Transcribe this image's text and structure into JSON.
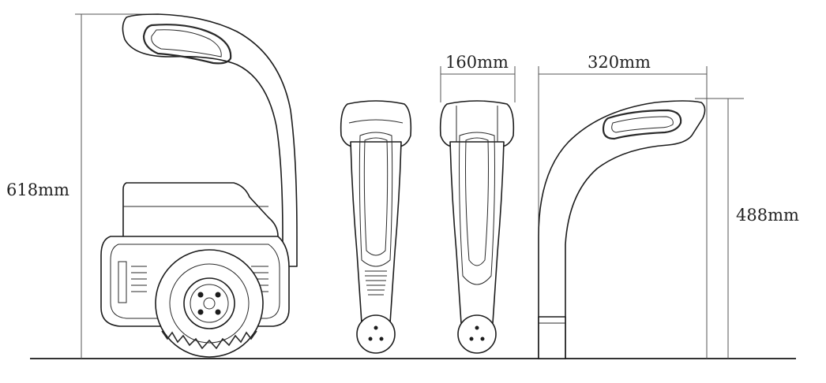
{
  "dimensions": {
    "overall_height": "618mm",
    "handle_height": "488mm",
    "side_width": "160mm",
    "handle_length": "320mm"
  },
  "colors": {
    "ink": "#1c1c1c",
    "dimension_line": "#555555",
    "background": "#ffffff"
  }
}
